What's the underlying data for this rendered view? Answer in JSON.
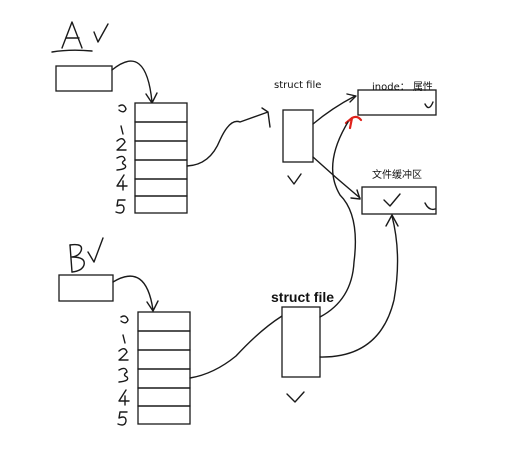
{
  "labels": {
    "struct_file_top": "struct file",
    "struct_file_bottom": "struct file",
    "inode": "inode： 属性",
    "file_buffer": "文件缓冲区"
  },
  "colors": {
    "ink": "#1a1a1a",
    "accent": "#e0221b",
    "background": "#ffffff"
  }
}
